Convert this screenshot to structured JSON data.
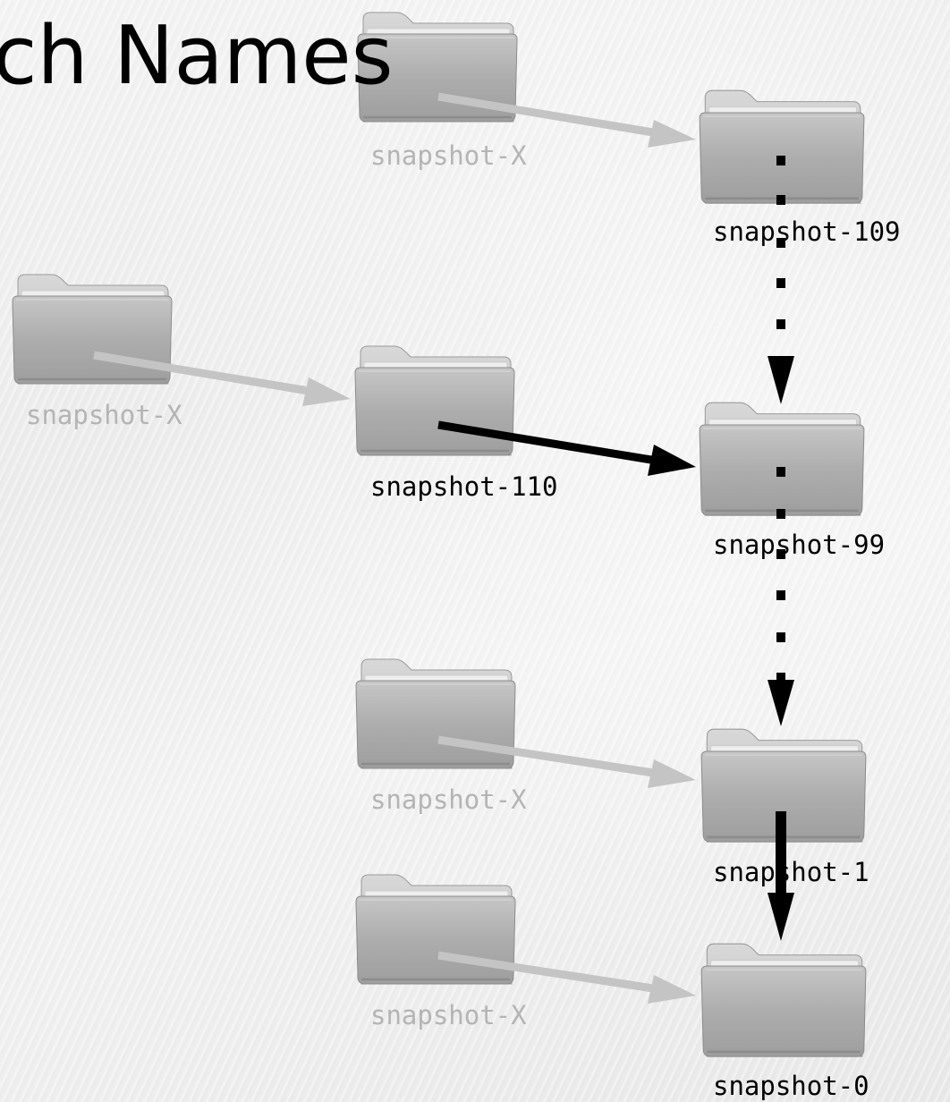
{
  "title": "ch Names",
  "diagram": {
    "type": "snapshot-tree",
    "colors": {
      "active": "#000000",
      "faded_label": "#b4b4b4",
      "faded_arrow": "#c4c4c4",
      "folder": "#a8a8a8"
    },
    "icon": "folder-icon",
    "folders": [
      {
        "id": "snapshot-0",
        "label": "snapshot-0",
        "active": true
      },
      {
        "id": "snapshot-1",
        "label": "snapshot-1",
        "active": true
      },
      {
        "id": "snapshot-99",
        "label": "snapshot-99",
        "active": true
      },
      {
        "id": "snapshot-109",
        "label": "snapshot-109",
        "active": true
      },
      {
        "id": "snapshot-110",
        "label": "snapshot-110",
        "active": true
      },
      {
        "id": "x-top",
        "label": "snapshot-X",
        "active": false
      },
      {
        "id": "x-left",
        "label": "snapshot-X",
        "active": false
      },
      {
        "id": "x-mid",
        "label": "snapshot-X",
        "active": false
      },
      {
        "id": "x-bottom",
        "label": "snapshot-X",
        "active": false
      }
    ],
    "edges": [
      {
        "from": "x-top",
        "to": "snapshot-109",
        "style": "faded"
      },
      {
        "from": "x-left",
        "to": "snapshot-110",
        "style": "faded"
      },
      {
        "from": "snapshot-110",
        "to": "snapshot-99",
        "style": "solid"
      },
      {
        "from": "x-mid",
        "to": "snapshot-1",
        "style": "faded"
      },
      {
        "from": "x-bottom",
        "to": "snapshot-0",
        "style": "faded"
      },
      {
        "from": "snapshot-109",
        "to": "snapshot-99",
        "style": "dotted"
      },
      {
        "from": "snapshot-99",
        "to": "snapshot-1",
        "style": "dotted"
      },
      {
        "from": "snapshot-1",
        "to": "snapshot-0",
        "style": "solid"
      }
    ]
  }
}
